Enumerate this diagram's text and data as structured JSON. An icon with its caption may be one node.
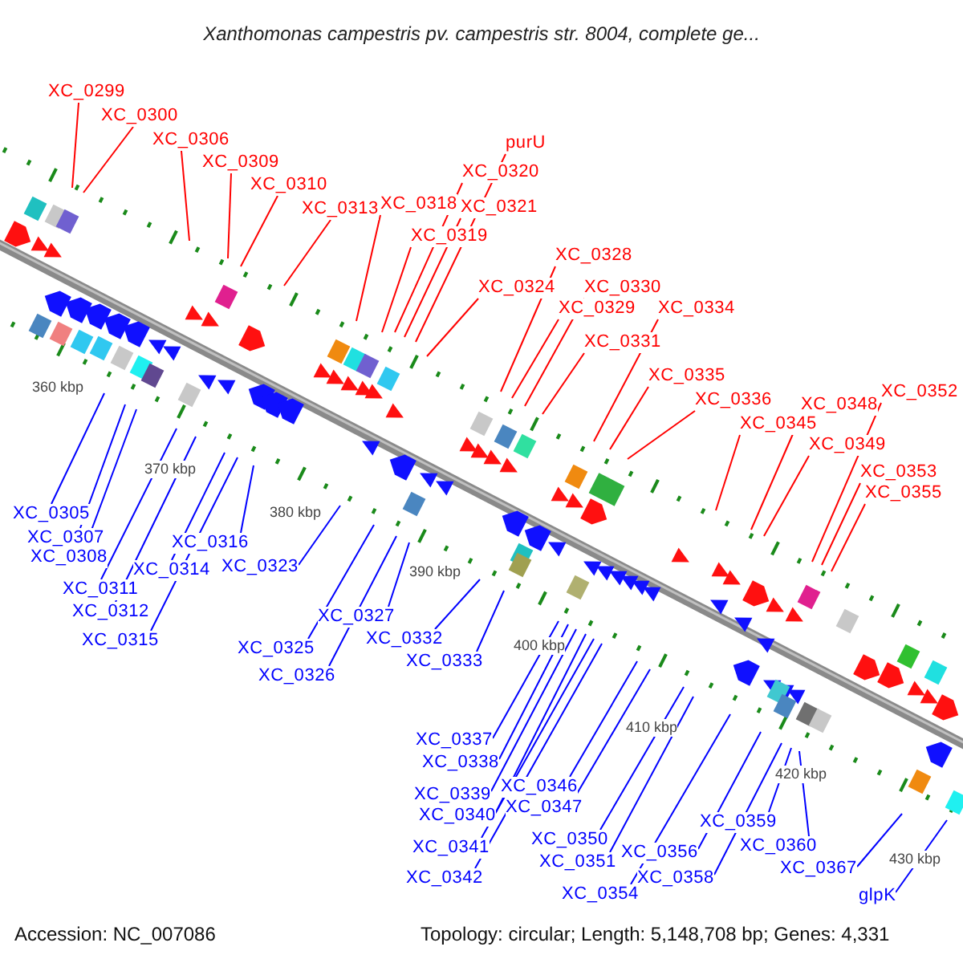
{
  "diagram": {
    "title": "Xanthomonas campestris pv. campestris str. 8004, complete ge...",
    "nodes": [
      {
        "text": [
          "XC_0299"
        ]
      },
      {
        "text": [
          "XC_0300"
        ]
      },
      {
        "text": [
          "XC_0306"
        ]
      },
      {
        "text": [
          "XC_0309"
        ]
      },
      {
        "text": [
          "XC_0310"
        ]
      },
      {
        "text": [
          "XC_0313"
        ]
      },
      {
        "text": [
          "XC_0318"
        ]
      },
      {
        "text": [
          "XC_0319"
        ]
      },
      {
        "text": [
          "XC_0320"
        ]
      },
      {
        "text": [
          "XC_0321"
        ]
      },
      {
        "text": [
          "purU"
        ]
      },
      {
        "text": [
          "XC_0324"
        ]
      },
      {
        "text": [
          "XC_0328"
        ]
      },
      {
        "text": [
          "XC_0329"
        ]
      },
      {
        "text": [
          "XC_0330"
        ]
      },
      {
        "text": [
          "XC_0331"
        ]
      },
      {
        "text": [
          "XC_0334"
        ]
      },
      {
        "text": [
          "XC_0335"
        ]
      },
      {
        "text": [
          "XC_0336"
        ]
      },
      {
        "text": [
          "XC_0345"
        ]
      },
      {
        "text": [
          "XC_0348"
        ]
      },
      {
        "text": [
          "XC_0349"
        ]
      },
      {
        "text": [
          "XC_0352"
        ]
      },
      {
        "text": [
          "XC_0353"
        ]
      },
      {
        "text": [
          "XC_0355"
        ]
      },
      {
        "text": [
          "XC_0305"
        ]
      },
      {
        "text": [
          "XC_0307"
        ]
      },
      {
        "text": [
          "XC_0308"
        ]
      },
      {
        "text": [
          "XC_0311"
        ]
      },
      {
        "text": [
          "XC_0312"
        ]
      },
      {
        "text": [
          "XC_0314"
        ]
      },
      {
        "text": [
          "XC_0315"
        ]
      },
      {
        "text": [
          "XC_0316"
        ]
      },
      {
        "text": [
          "XC_0323"
        ]
      },
      {
        "text": [
          "XC_0325"
        ]
      },
      {
        "text": [
          "XC_0326"
        ]
      },
      {
        "text": [
          "XC_0327"
        ]
      },
      {
        "text": [
          "XC_0332"
        ]
      },
      {
        "text": [
          "XC_0333"
        ]
      },
      {
        "text": [
          "XC_0337"
        ]
      },
      {
        "text": [
          "XC_0338"
        ]
      },
      {
        "text": [
          "XC_0339"
        ]
      },
      {
        "text": [
          "XC_0340"
        ]
      },
      {
        "text": [
          "XC_0341"
        ]
      },
      {
        "text": [
          "XC_0342"
        ]
      },
      {
        "text": [
          "XC_0346"
        ]
      },
      {
        "text": [
          "XC_0347"
        ]
      },
      {
        "text": [
          "XC_0350"
        ]
      },
      {
        "text": [
          "XC_0351"
        ]
      },
      {
        "text": [
          "XC_0354"
        ]
      },
      {
        "text": [
          "XC_0356"
        ]
      },
      {
        "text": [
          "XC_0358"
        ]
      },
      {
        "text": [
          "XC_0359"
        ]
      },
      {
        "text": [
          "XC_0360"
        ]
      },
      {
        "text": [
          "XC_0367"
        ]
      },
      {
        "text": [
          "glpK"
        ]
      }
    ],
    "edges": [
      {
        "from": 0,
        "to": null,
        "arrow": "none",
        "color": "#ff0000"
      },
      {
        "from": 1,
        "to": null,
        "arrow": "none",
        "color": "#ff0000"
      },
      {
        "from": 2,
        "to": null,
        "arrow": "none",
        "color": "#ff0000"
      },
      {
        "from": 3,
        "to": null,
        "arrow": "none",
        "color": "#ff0000"
      },
      {
        "from": 4,
        "to": null,
        "arrow": "none",
        "color": "#ff0000"
      },
      {
        "from": 5,
        "to": null,
        "arrow": "none",
        "color": "#ff0000"
      },
      {
        "from": 6,
        "to": null,
        "arrow": "none",
        "color": "#ff0000"
      },
      {
        "from": 7,
        "to": null,
        "arrow": "none",
        "color": "#ff0000"
      },
      {
        "from": 8,
        "to": null,
        "arrow": "none",
        "color": "#ff0000"
      },
      {
        "from": 9,
        "to": null,
        "arrow": "none",
        "color": "#ff0000"
      },
      {
        "from": 10,
        "to": null,
        "arrow": "none",
        "color": "#ff0000"
      },
      {
        "from": 11,
        "to": null,
        "arrow": "none",
        "color": "#ff0000"
      },
      {
        "from": 12,
        "to": null,
        "arrow": "none",
        "color": "#ff0000"
      },
      {
        "from": 13,
        "to": null,
        "arrow": "none",
        "color": "#ff0000"
      },
      {
        "from": 14,
        "to": null,
        "arrow": "none",
        "color": "#ff0000"
      },
      {
        "from": 15,
        "to": null,
        "arrow": "none",
        "color": "#ff0000"
      },
      {
        "from": 16,
        "to": null,
        "arrow": "none",
        "color": "#ff0000"
      },
      {
        "from": 17,
        "to": null,
        "arrow": "none",
        "color": "#ff0000"
      },
      {
        "from": 18,
        "to": null,
        "arrow": "none",
        "color": "#ff0000"
      },
      {
        "from": 19,
        "to": null,
        "arrow": "none",
        "color": "#ff0000"
      },
      {
        "from": 20,
        "to": null,
        "arrow": "none",
        "color": "#ff0000"
      },
      {
        "from": 21,
        "to": null,
        "arrow": "none",
        "color": "#ff0000"
      },
      {
        "from": 22,
        "to": null,
        "arrow": "none",
        "color": "#ff0000"
      },
      {
        "from": 23,
        "to": null,
        "arrow": "none",
        "color": "#ff0000"
      },
      {
        "from": 24,
        "to": null,
        "arrow": "none",
        "color": "#ff0000"
      },
      {
        "from": 25,
        "to": null,
        "arrow": "none",
        "color": "#0000ff"
      },
      {
        "from": 26,
        "to": null,
        "arrow": "none",
        "color": "#0000ff"
      },
      {
        "from": 27,
        "to": null,
        "arrow": "none",
        "color": "#0000ff"
      },
      {
        "from": 28,
        "to": null,
        "arrow": "none",
        "color": "#0000ff"
      },
      {
        "from": 29,
        "to": null,
        "arrow": "none",
        "color": "#0000ff"
      },
      {
        "from": 30,
        "to": null,
        "arrow": "none",
        "color": "#0000ff"
      },
      {
        "from": 31,
        "to": null,
        "arrow": "none",
        "color": "#0000ff"
      },
      {
        "from": 32,
        "to": null,
        "arrow": "none",
        "color": "#0000ff"
      },
      {
        "from": 33,
        "to": null,
        "arrow": "none",
        "color": "#0000ff"
      },
      {
        "from": 34,
        "to": null,
        "arrow": "none",
        "color": "#0000ff"
      },
      {
        "from": 35,
        "to": null,
        "arrow": "none",
        "color": "#0000ff"
      },
      {
        "from": 36,
        "to": null,
        "arrow": "none",
        "color": "#0000ff"
      },
      {
        "from": 37,
        "to": null,
        "arrow": "none",
        "color": "#0000ff"
      },
      {
        "from": 38,
        "to": null,
        "arrow": "none",
        "color": "#0000ff"
      },
      {
        "from": 39,
        "to": null,
        "arrow": "none",
        "color": "#0000ff"
      },
      {
        "from": 40,
        "to": null,
        "arrow": "none",
        "color": "#0000ff"
      },
      {
        "from": 41,
        "to": null,
        "arrow": "none",
        "color": "#0000ff"
      },
      {
        "from": 42,
        "to": null,
        "arrow": "none",
        "color": "#0000ff"
      },
      {
        "from": 43,
        "to": null,
        "arrow": "none",
        "color": "#0000ff"
      },
      {
        "from": 44,
        "to": null,
        "arrow": "none",
        "color": "#0000ff"
      },
      {
        "from": 45,
        "to": null,
        "arrow": "none",
        "color": "#0000ff"
      },
      {
        "from": 46,
        "to": null,
        "arrow": "none",
        "color": "#0000ff"
      },
      {
        "from": 47,
        "to": null,
        "arrow": "none",
        "color": "#0000ff"
      },
      {
        "from": 48,
        "to": null,
        "arrow": "none",
        "color": "#0000ff"
      },
      {
        "from": 49,
        "to": null,
        "arrow": "none",
        "color": "#0000ff"
      },
      {
        "from": 50,
        "to": null,
        "arrow": "none",
        "color": "#0000ff"
      },
      {
        "from": 51,
        "to": null,
        "arrow": "none",
        "color": "#0000ff"
      },
      {
        "from": 52,
        "to": null,
        "arrow": "none",
        "color": "#0000ff"
      },
      {
        "from": 53,
        "to": null,
        "arrow": "none",
        "color": "#0000ff"
      },
      {
        "from": 54,
        "to": null,
        "arrow": "none",
        "color": "#0000ff"
      },
      {
        "from": 55,
        "to": null,
        "arrow": "none",
        "color": "#0000ff"
      }
    ],
    "labels": [
      "360 kbp",
      "370 kbp",
      "380 kbp",
      "390 kbp",
      "400 kbp",
      "410 kbp",
      "420 kbp",
      "430 kbp",
      "Accession: NC_007086",
      "Topology: circular; Length: 5,148,708 bp; Genes: 4,331"
    ]
  }
}
